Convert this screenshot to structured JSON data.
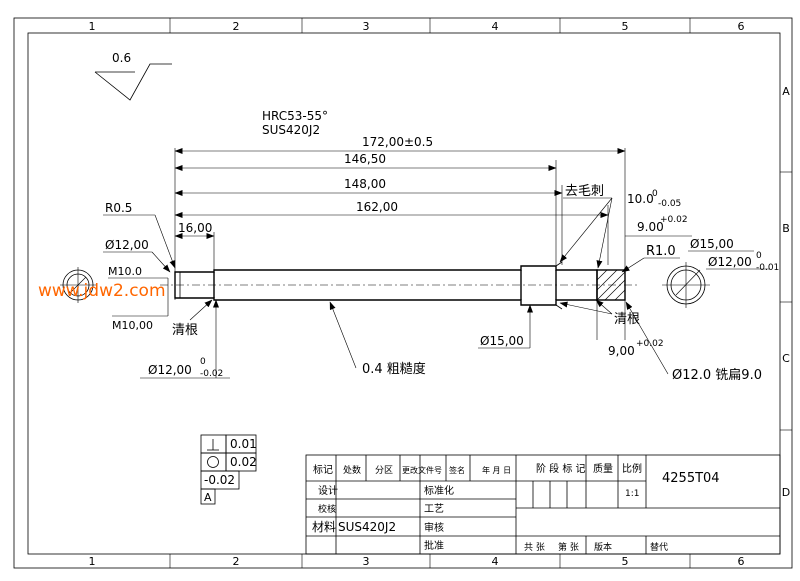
{
  "border": {
    "col_numbers": [
      "1",
      "2",
      "3",
      "4",
      "5",
      "6"
    ],
    "row_letters": [
      "A",
      "B",
      "C",
      "D"
    ]
  },
  "surface_finish_general": "0.6",
  "material_notes": {
    "hardness": "HRC53-55°",
    "material": "SUS420J2"
  },
  "dimensions": {
    "overall": "172,00±0.5",
    "d146": "146,50",
    "d148": "148,00",
    "d162": "162,00",
    "d16": "16,00",
    "r05": "R0.5",
    "dia12_left": "Ø12,00",
    "m10_upper": "M10.0",
    "m10_lower": "M10,00",
    "dia12_bottom": "Ø12,00",
    "dia12_bottom_tol_top": "0",
    "dia12_bottom_tol_bot": "-0.02",
    "roughness": "0.4 粗糙度",
    "dia15_bottom": "Ø15,00",
    "deburr": "去毛刺",
    "d10": "10.0",
    "d10_tol_top": "0",
    "d10_tol_bot": "-0.05",
    "d9_upper": "9.00",
    "d9_upper_tol": "+0.02",
    "r10": "R1.0",
    "dia15_right": "Ø15,00",
    "dia12_right": "Ø12,00",
    "dia12_right_tol_top": "0",
    "dia12_right_tol_bot": "-0.01",
    "d9_lower": "9,00",
    "d9_lower_tol": "+0.02",
    "flat_mill": "Ø12.0 铣扁9.0",
    "clean_root_left": "清根",
    "clean_root_right": "清根"
  },
  "watermark": "www.jdw2.com",
  "tolerance_box": {
    "perp_value": "0.01",
    "round_value": "0.02",
    "row3": "-0.02",
    "datum": "A"
  },
  "title_block": {
    "h_mark": "标记",
    "h_count": "处数",
    "h_zone": "分区",
    "h_docno": "更改文件号",
    "h_sign": "签名",
    "h_date": "年 月 日",
    "r_design": "设计",
    "r_check": "校核",
    "r_material": "材料",
    "material_value": "SUS420J2",
    "r_standard": "标准化",
    "r_process": "工艺",
    "r_review": "审核",
    "r_approve": "批准",
    "h_stage": "阶 段 标 记",
    "h_weight": "质量",
    "h_scale": "比例",
    "scale_value": "1:1",
    "part_no": "4255T04",
    "sheets_total": "共  张",
    "sheet_no": "第  张",
    "version": "版本",
    "replace": "替代"
  }
}
